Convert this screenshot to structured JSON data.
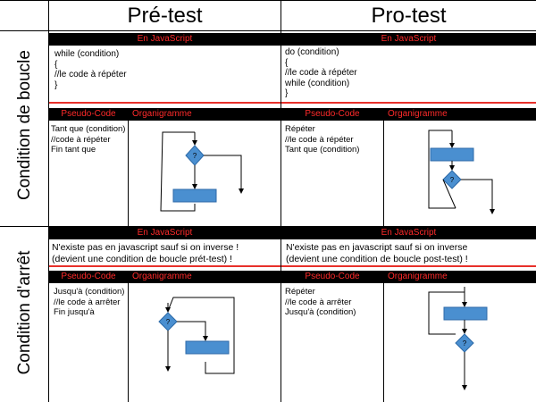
{
  "header": {
    "pre_test": "Pré-test",
    "pro_test": "Pro-test"
  },
  "rows": {
    "boucle": "Condition de boucle",
    "arret": "Condition d'arrêt"
  },
  "labels": {
    "js": "En JavaScript",
    "pseudo": "Pseudo-Code",
    "organigramme": "Organigramme"
  },
  "boucle": {
    "pre": {
      "js": "while (condition)\n{\n//le code à répéter\n}",
      "pseudo": "Tant que (condition)\n//code à répéter\nFin tant que",
      "diamond_label": "?"
    },
    "pro": {
      "js": "do (condition)\n{\n//le code à répéter\nwhile (condition)\n}",
      "pseudo": "Répéter\n//le code à répéter\nTant que (condition)",
      "diamond_label": "?"
    }
  },
  "arret": {
    "pre": {
      "js_note": "N'existe pas en javascript sauf si on inverse !\n(devient une condition de boucle prét-test) !",
      "pseudo": "Jusqu'à (condition)\n//le code à arrêter\nFin jusqu'à",
      "diamond_label": "?"
    },
    "pro": {
      "js_note": "N'existe pas en javascript sauf si on inverse\n(devient une condition de boucle post-test) !",
      "pseudo": "Répéter\n//le code à arrêter\nJusqu'à (condition)",
      "diamond_label": "?"
    }
  },
  "colors": {
    "flow_box": "#4a8fd0",
    "label_red": "#ff2a2a",
    "red_rule": "#e8302a"
  }
}
